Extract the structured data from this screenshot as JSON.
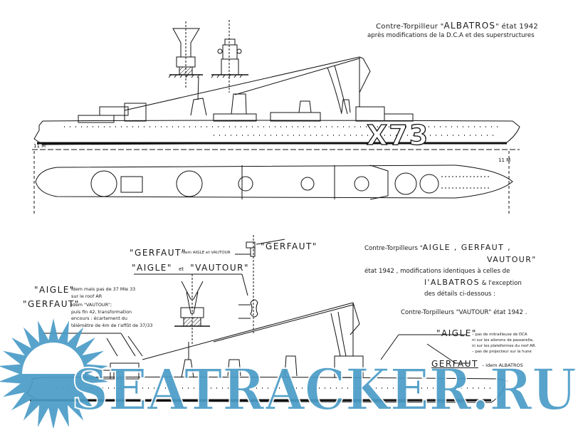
{
  "drawing": {
    "title": "Contre-Torpilleur \"ALBATROS\" état 1942",
    "title_parts": {
      "prefix": "Contre-Torpilleur \"",
      "name": "ALBATROS",
      "suffix": "\" état 1942"
    },
    "subtitle": "après modifications de la D.C.A et des superstructures",
    "hull_number": "X73",
    "station_mark": "11 M"
  },
  "section2": {
    "line1_prefix": "Contre-Torpilleurs \"",
    "line1_names": "AIGLE , GERFAUT ,",
    "line2_names": "VAUTOUR\"",
    "line3": "état 1942 , modifications identiques à celles de",
    "line4_name": "l'ALBATROS",
    "line4_rest": " & l'exception",
    "line5": "des détails ci-dessous :"
  },
  "details": {
    "gerfaut_top_label": "\"GERFAUT\"",
    "gerfaut_top_note": "idem AIGLE et VAUTOUR",
    "gerfaut_right_label": "\"GERFAUT\"",
    "aigle_vautour_label_a": "\"AIGLE\"",
    "aigle_vautour_et": "et",
    "aigle_vautour_label_b": "\"VAUTOUR\"",
    "aigle_left_label": "\"AIGLE\"",
    "aigle_left_note": [
      "idem mais pas de 37 Mle 33",
      "sur le roof AR"
    ],
    "gerfaut_left_label": "\"GERFAUT\"",
    "gerfaut_left_note": [
      "idem \"VAUTOUR\";",
      "puis fin 42, transformation",
      "encours : écartement du",
      "télémètre de 4m de l'affût de 37/33"
    ]
  },
  "vautour": {
    "title": "Contre-Torpilleurs \"VAUTOUR\" état 1942 .",
    "aigle_label": "\"AIGLE\"",
    "aigle_notes": [
      "– pas de mitrailleuse de DCA",
      "ni sur les ailerons de passerelle,",
      "ni sur les plateformes du roof AR.",
      "– pas de projecteur sur la hune"
    ],
    "gerfaut_label": "GERFAUT",
    "gerfaut_note": "– idem ALBATROS"
  },
  "watermark": {
    "text": "SEATRACKER.RU",
    "color": "#4a9cc7"
  }
}
